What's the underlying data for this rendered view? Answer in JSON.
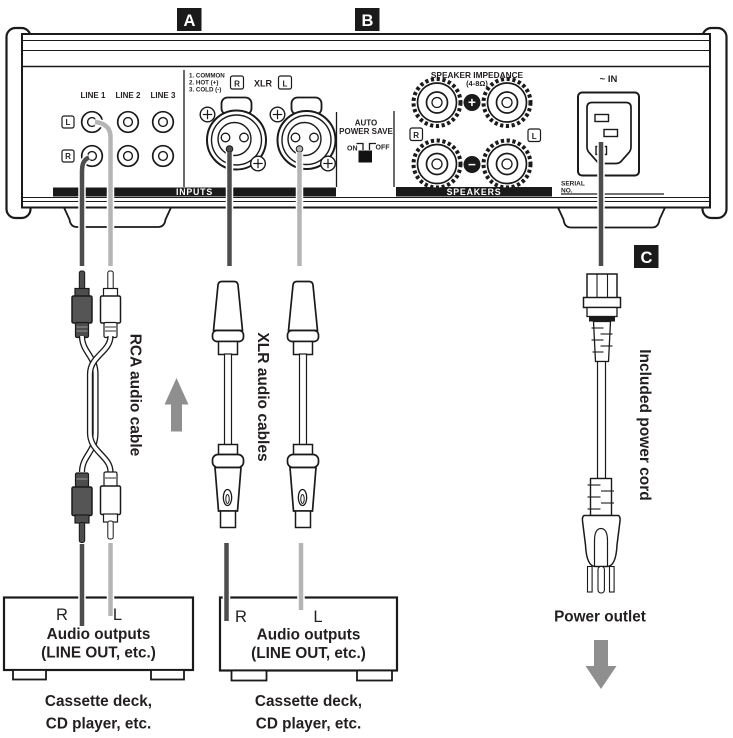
{
  "section_markers": {
    "a": "A",
    "b": "B",
    "c": "C"
  },
  "rear_panel": {
    "line_inputs": {
      "col_labels": [
        "LINE 1",
        "LINE 2",
        "LINE 3"
      ],
      "row_left": "L",
      "row_right": "R"
    },
    "xlr_inputs": {
      "pin_legend": [
        "1. COMMON",
        "2. HOT (+)",
        "3. COLD (-)"
      ],
      "right_label": "R",
      "title": "XLR",
      "left_label": "L"
    },
    "auto_power_save": {
      "title_line1": "AUTO",
      "title_line2": "POWER SAVE",
      "on_label": "ON",
      "off_label": "OFF"
    },
    "speaker_terminals": {
      "impedance_line1": "SPEAKER IMPEDANCE",
      "impedance_line2": "(4-8Ω)",
      "plus": "+",
      "minus": "−",
      "right_label": "R",
      "left_label": "L"
    },
    "inputs_bar": "INPUTS",
    "speakers_bar": "SPEAKERS",
    "ac_in_label": "~ IN",
    "serial_line1": "SERIAL",
    "serial_line2": "NO."
  },
  "cable_labels": {
    "rca": "RCA audio cable",
    "xlr": "XLR audio cables",
    "power": "Included power cord"
  },
  "source_devices": {
    "rca_box": {
      "right": "R",
      "left": "L",
      "title_line1": "Audio outputs",
      "title_line2": "(LINE OUT, etc.)",
      "caption_line1": "Cassette deck,",
      "caption_line2": "CD player, etc."
    },
    "xlr_box": {
      "right": "R",
      "left": "L",
      "title_line1": "Audio outputs",
      "title_line2": "(LINE OUT, etc.)",
      "caption_line1": "Cassette deck,",
      "caption_line2": "CD player, etc."
    },
    "power_outlet_label": "Power outlet"
  },
  "colors": {
    "line_art": "#1a1a1a",
    "dark_cable": "#4d4d4d",
    "light_cable": "#b5b5b5",
    "arrow_gray": "#8f8f8f"
  }
}
